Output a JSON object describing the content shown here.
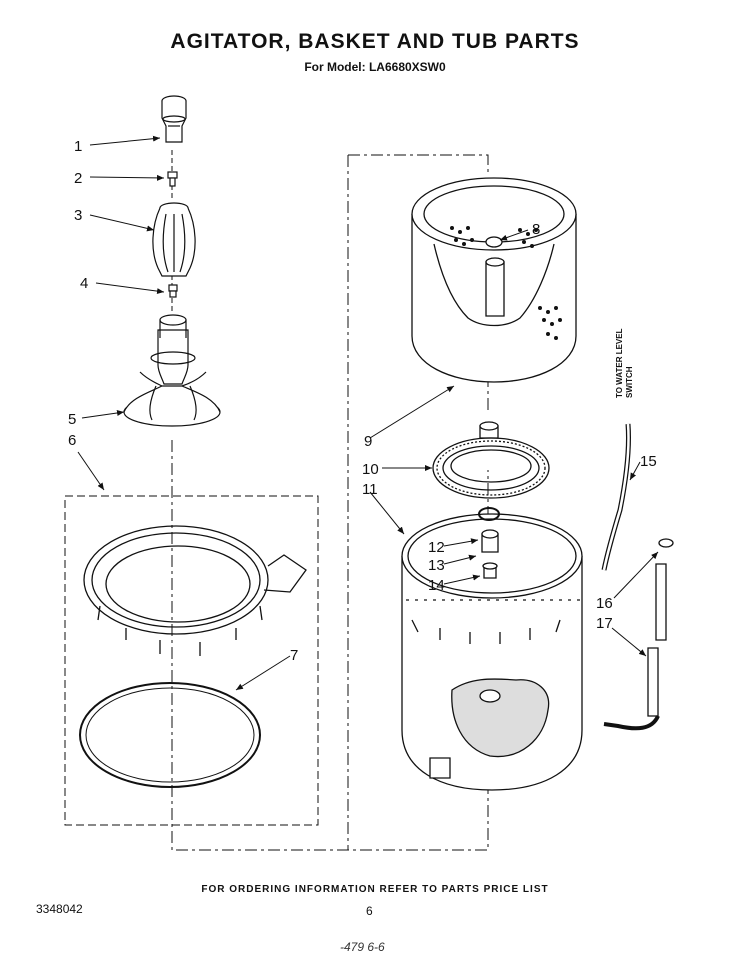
{
  "title": "AGITATOR, BASKET AND TUB PARTS",
  "subtitle": "For Model: LA6680XSW0",
  "side_label": [
    "TO WATER LEVEL",
    "SWITCH"
  ],
  "callouts": [
    "1",
    "2",
    "3",
    "4",
    "5",
    "6",
    "7",
    "8",
    "9",
    "10",
    "11",
    "12",
    "13",
    "14",
    "15",
    "16",
    "17"
  ],
  "footer_note": "FOR ORDERING INFORMATION REFER TO PARTS PRICE LIST",
  "doc_number": "3348042",
  "page_number": "6",
  "scribble": "-479 6-6"
}
